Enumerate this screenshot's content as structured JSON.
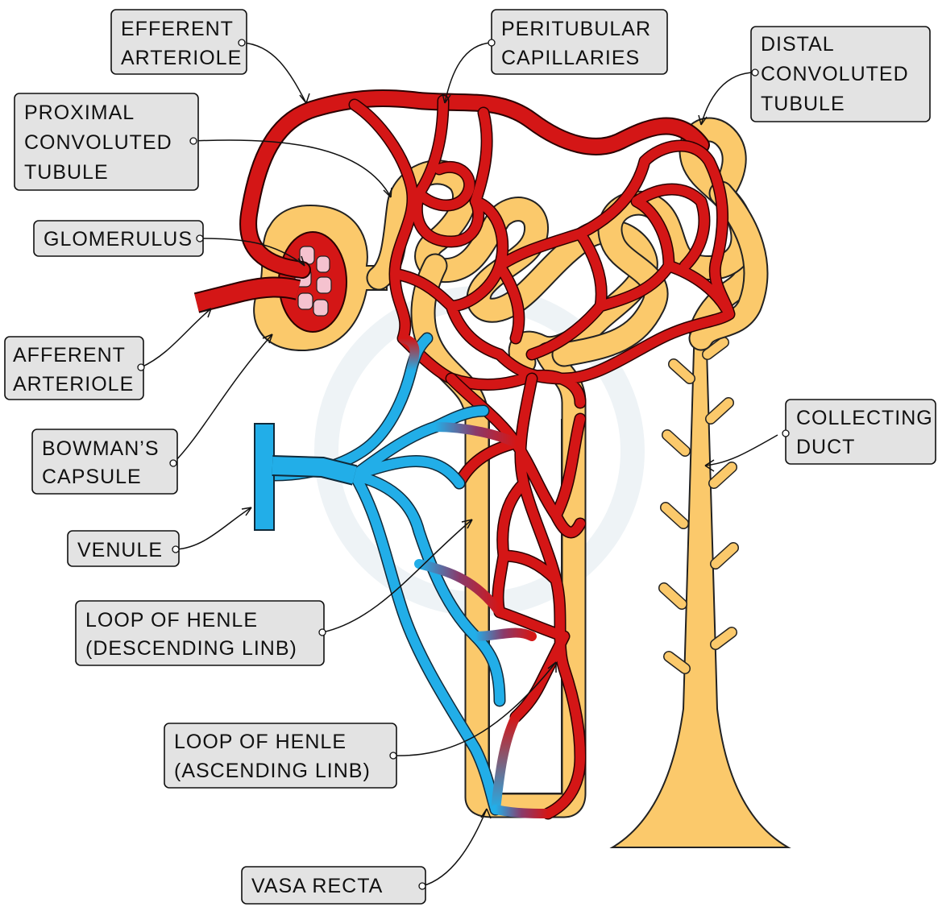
{
  "colors": {
    "arteriole": "#d41616",
    "tubule": "#fbc96b",
    "venule": "#22aee8",
    "mixed": "#8a3a6a",
    "glomerulus_fill": "#f5c2cf",
    "label_box": "#e3e3e3"
  },
  "labels": {
    "efferent_arteriole": [
      "EFFERENT",
      "ARTERIOLE"
    ],
    "peritubular_capillaries": [
      "PERITUBULAR",
      "CAPILLARIES"
    ],
    "distal_convoluted_tubule": [
      "DISTAL",
      "CONVOLUTED",
      "TUBULE"
    ],
    "proximal_convoluted_tubule": [
      "PROXIMAL",
      "CONVOLUTED",
      "TUBULE"
    ],
    "glomerulus": [
      "GLOMERULUS"
    ],
    "afferent_arteriole": [
      "AFFERENT",
      "ARTERIOLE"
    ],
    "bowmans_capsule": [
      "BOWMAN’S",
      "CAPSULE"
    ],
    "collecting_duct": [
      "COLLECTING",
      "DUCT"
    ],
    "venule": [
      "VENULE"
    ],
    "loop_descending": [
      "LOOP  OF  HENLE",
      "(DESCENDING  LINB)"
    ],
    "loop_ascending": [
      "LOOP  OF  HENLE",
      "(ASCENDING  LINB)"
    ],
    "vasa_recta": [
      "VASA  RECTA"
    ]
  }
}
